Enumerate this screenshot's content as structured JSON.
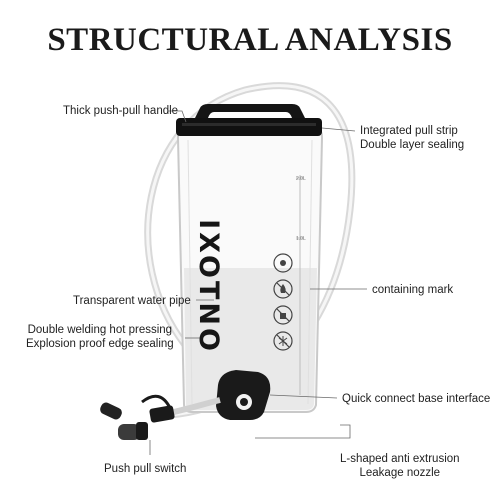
{
  "title": "STRUCTURAL ANALYSIS",
  "brand": "IXOTNO",
  "scale_marks": {
    "top": "2.0L",
    "mid": "1.0L"
  },
  "labels": {
    "handle": "Thick push-pull handle",
    "strip_line1": "Integrated pull strip",
    "strip_line2": "Double layer sealing",
    "containing": "containing mark",
    "pipe": "Transparent water pipe",
    "welding_line1": "Double welding hot pressing",
    "welding_line2": "Explosion proof edge sealing",
    "base": "Quick connect base interface",
    "switch": "Push pull switch",
    "nozzle_line1": "L-shaped anti extrusion",
    "nozzle_line2": "Leakage nozzle"
  },
  "colors": {
    "text": "#222222",
    "bag_edge": "#c9c9c9",
    "water": "#e9e9e9",
    "handle": "#111111"
  },
  "icons": [
    "sun-icon",
    "no-fire-icon",
    "no-hot-water-icon",
    "no-freeze-icon"
  ]
}
